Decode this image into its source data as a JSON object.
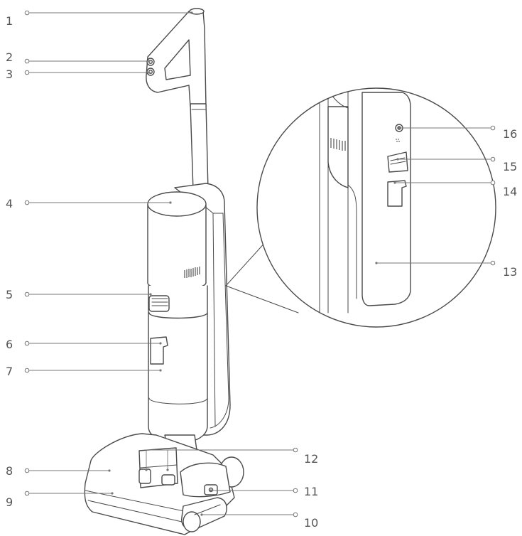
{
  "callouts": [
    {
      "id": 1,
      "label": "1"
    },
    {
      "id": 2,
      "label": "2"
    },
    {
      "id": 3,
      "label": "3"
    },
    {
      "id": 4,
      "label": "4"
    },
    {
      "id": 5,
      "label": "5"
    },
    {
      "id": 6,
      "label": "6"
    },
    {
      "id": 7,
      "label": "7"
    },
    {
      "id": 8,
      "label": "8"
    },
    {
      "id": 9,
      "label": "9"
    },
    {
      "id": 10,
      "label": "10"
    },
    {
      "id": 11,
      "label": "11"
    },
    {
      "id": 12,
      "label": "12"
    },
    {
      "id": 13,
      "label": "13"
    },
    {
      "id": 14,
      "label": "14"
    },
    {
      "id": 15,
      "label": "15"
    },
    {
      "id": 16,
      "label": "16"
    }
  ],
  "colors": {
    "outline": "#4a4a4a",
    "leader": "#777777",
    "text": "#555555",
    "background": "#ffffff"
  }
}
